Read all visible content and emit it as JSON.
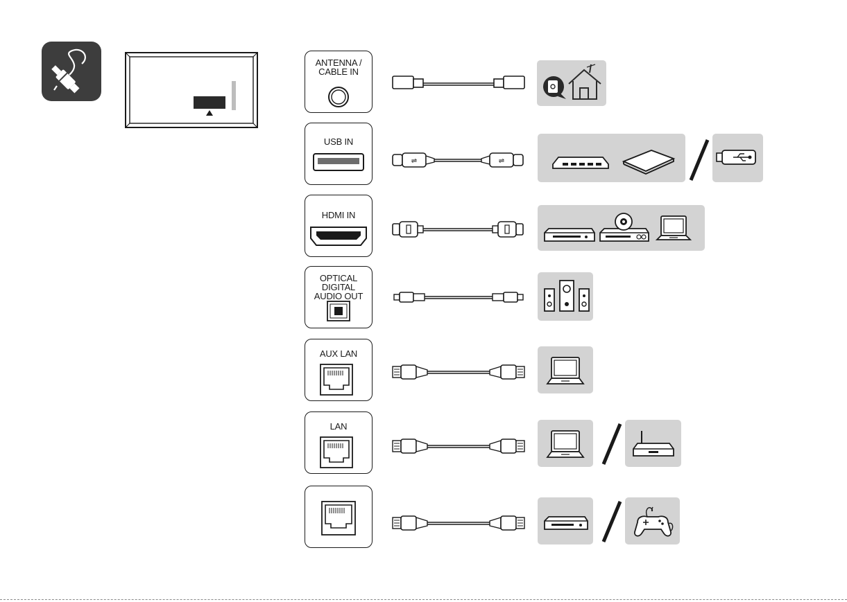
{
  "ports": [
    {
      "id": "antenna",
      "label": "ANTENNA /\nCABLE IN"
    },
    {
      "id": "usb",
      "label": "USB IN"
    },
    {
      "id": "hdmi",
      "label": "HDMI IN"
    },
    {
      "id": "optical",
      "label": "OPTICAL\nDIGITAL\nAUDIO OUT"
    },
    {
      "id": "aux_lan",
      "label": "AUX LAN"
    },
    {
      "id": "lan",
      "label": "LAN"
    },
    {
      "id": "lan_unlabeled",
      "label": ""
    }
  ],
  "icons": {
    "badge": "cable-plug-icon",
    "antenna_devices": [
      "wall-outlet-icon",
      "house-antenna-icon"
    ],
    "usb_devices": [
      "usb-hub-icon",
      "external-drive-icon",
      "usb-stick-icon"
    ],
    "hdmi_devices": [
      "set-top-box-icon",
      "dvd-player-icon",
      "laptop-icon"
    ],
    "optical_devices": [
      "speaker-system-icon"
    ],
    "aux_lan_devices": [
      "laptop-icon"
    ],
    "lan_devices": [
      "laptop-icon",
      "router-icon"
    ],
    "lan2_devices": [
      "set-top-box-icon",
      "game-controller-icon"
    ]
  },
  "colors": {
    "badge": "#3d3d3d",
    "device_bg": "#d3d3d3",
    "line": "#1a1a1a"
  }
}
